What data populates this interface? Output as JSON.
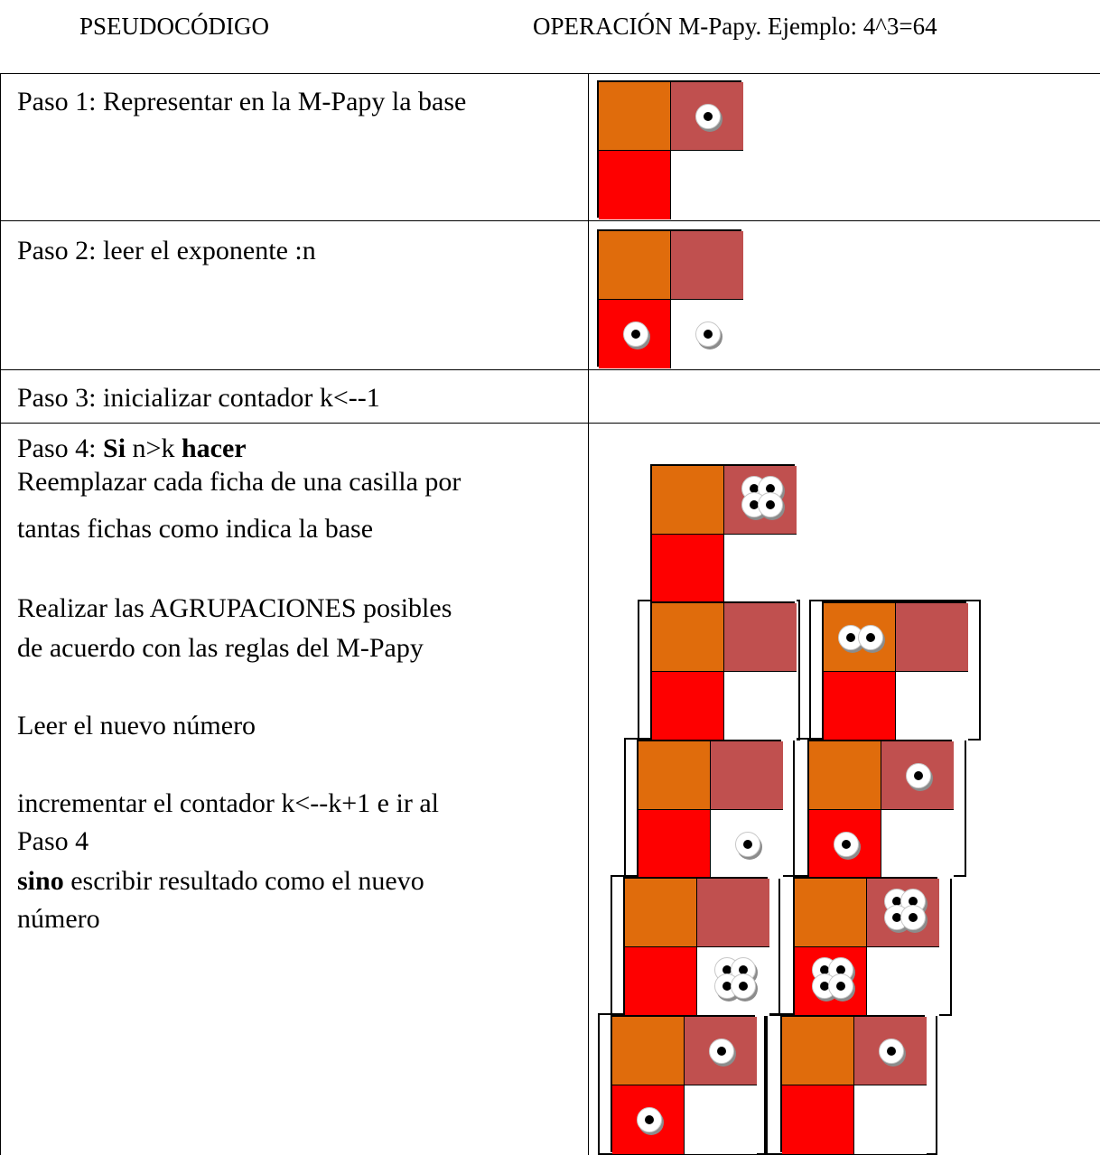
{
  "header": {
    "left": "PSEUDOCÓDIGO",
    "right": "OPERACIÓN M-Papy. Ejemplo: 4^3=64"
  },
  "colors": {
    "orange": "#e06c0c",
    "rose": "#c0504f",
    "red": "#fe0000",
    "white": "#ffffff"
  },
  "steps": {
    "step1": "Paso 1: Representar en la M-Papy la base",
    "step2": "Paso 2: leer el exponente :n",
    "step3": "Paso 3: inicializar contador k<--1",
    "step4": {
      "prefix": "Paso 4: ",
      "si": "Si",
      "cond": " n>k ",
      "hacer": "hacer",
      "l1": "Reemplazar cada ficha de una casilla por",
      "l2": "tantas fichas como indica la base",
      "l3": "Realizar las AGRUPACIONES posibles",
      "l4": "de acuerdo con las reglas del M-Papy",
      "l5": "Leer el nuevo número",
      "l6": "incrementar el contador k<--k+1 e ir al",
      "l7": "Paso 4",
      "sino": "sino",
      "l8": " escribir resultado como el nuevo",
      "l9": "número"
    }
  },
  "boards": [
    {
      "id": "step1",
      "tokens": {
        "rose": 1
      }
    },
    {
      "id": "step2",
      "tokens": {
        "red": 1,
        "white": 1
      }
    },
    {
      "id": "b4-1",
      "tokens": {
        "rose": 4
      }
    },
    {
      "id": "b4-2a",
      "tokens": {}
    },
    {
      "id": "b4-2b",
      "tokens": {
        "orange": 2
      }
    },
    {
      "id": "b4-3a",
      "tokens": {
        "white": 1
      }
    },
    {
      "id": "b4-3b",
      "tokens": {
        "rose": 1,
        "red": 1
      }
    },
    {
      "id": "b4-4a",
      "tokens": {
        "white": 4
      }
    },
    {
      "id": "b4-4b",
      "tokens": {
        "rose": 4,
        "red": 4
      }
    },
    {
      "id": "b4-5a",
      "tokens": {
        "rose": 1,
        "red": 1
      }
    },
    {
      "id": "b4-5b",
      "tokens": {
        "rose": 1
      }
    }
  ]
}
